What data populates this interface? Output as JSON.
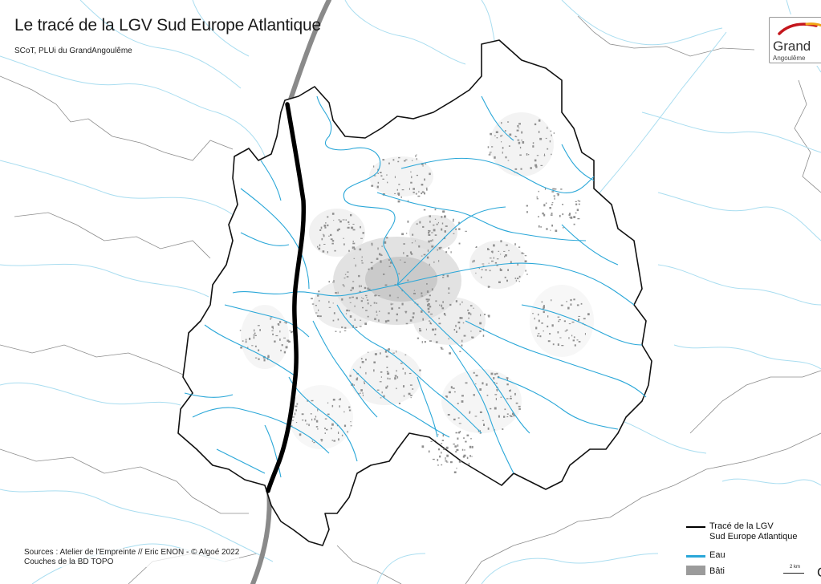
{
  "map": {
    "title": "Le tracé de la LGV Sud Europe Atlantique",
    "subtitle": "SCoT, PLUi du GrandAngoulême"
  },
  "logo": {
    "name": "Grand",
    "sub": "Angoulême"
  },
  "sources": {
    "line1": "Sources : Atelier de l'Empreinte // Eric ENON - © Algoé 2022",
    "line2": "Couches de la BD TOPO"
  },
  "legend": {
    "lgv_line1": "Tracé de la LGV",
    "lgv_line2": "Sud Europe Atlantique",
    "water": "Eau",
    "buildings": "Bâti"
  },
  "scale": {
    "label": "2 km",
    "extra": "C"
  },
  "colors": {
    "lgv": "#000000",
    "lgv_outside": "#8a8a8a",
    "water": "#2aa7d8",
    "water_outside": "#a9ddf0",
    "boundary": "#111111",
    "admin": "#8c8c8c",
    "buildings": "#9b9b9b"
  }
}
